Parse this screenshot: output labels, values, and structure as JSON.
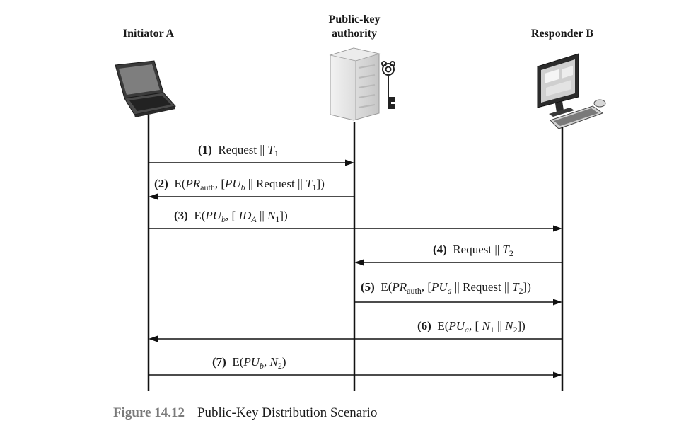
{
  "actors": {
    "initiator": "Initiator A",
    "authority": "Public-key\nauthority",
    "responder": "Responder B"
  },
  "messages": [
    {
      "step": "(1)",
      "from": "A",
      "to": "PKA",
      "parts": [
        {
          "t": "Request || "
        },
        {
          "t": "T",
          "i": true
        },
        {
          "t": "1",
          "sub": true
        }
      ]
    },
    {
      "step": "(2)",
      "from": "PKA",
      "to": "A",
      "parts": [
        {
          "t": "E("
        },
        {
          "t": "PR",
          "i": true
        },
        {
          "t": "auth",
          "sub": true
        },
        {
          "t": ", ["
        },
        {
          "t": "PU",
          "i": true
        },
        {
          "t": "b",
          "sub": true,
          "i": true
        },
        {
          "t": " || Request || "
        },
        {
          "t": "T",
          "i": true
        },
        {
          "t": "1",
          "sub": true
        },
        {
          "t": "])"
        }
      ]
    },
    {
      "step": "(3)",
      "from": "A",
      "to": "B",
      "parts": [
        {
          "t": "E("
        },
        {
          "t": "PU",
          "i": true
        },
        {
          "t": "b",
          "sub": true,
          "i": true
        },
        {
          "t": ", [ "
        },
        {
          "t": "ID",
          "i": true
        },
        {
          "t": "A",
          "sub": true,
          "i": true
        },
        {
          "t": " || "
        },
        {
          "t": "N",
          "i": true
        },
        {
          "t": "1",
          "sub": true
        },
        {
          "t": "])"
        }
      ]
    },
    {
      "step": "(4)",
      "from": "B",
      "to": "PKA",
      "parts": [
        {
          "t": "Request || "
        },
        {
          "t": "T",
          "i": true
        },
        {
          "t": "2",
          "sub": true
        }
      ]
    },
    {
      "step": "(5)",
      "from": "PKA",
      "to": "B",
      "parts": [
        {
          "t": "E("
        },
        {
          "t": "PR",
          "i": true
        },
        {
          "t": "auth",
          "sub": true
        },
        {
          "t": ", ["
        },
        {
          "t": "PU",
          "i": true
        },
        {
          "t": "a",
          "sub": true,
          "i": true
        },
        {
          "t": " || Request || "
        },
        {
          "t": "T",
          "i": true
        },
        {
          "t": "2",
          "sub": true
        },
        {
          "t": "])"
        }
      ]
    },
    {
      "step": "(6)",
      "from": "B",
      "to": "A",
      "parts": [
        {
          "t": "E("
        },
        {
          "t": "PU",
          "i": true
        },
        {
          "t": "a",
          "sub": true,
          "i": true
        },
        {
          "t": ", [ "
        },
        {
          "t": "N",
          "i": true
        },
        {
          "t": "1",
          "sub": true
        },
        {
          "t": " || "
        },
        {
          "t": "N",
          "i": true
        },
        {
          "t": "2",
          "sub": true
        },
        {
          "t": "])"
        }
      ]
    },
    {
      "step": "(7)",
      "from": "A",
      "to": "B",
      "parts": [
        {
          "t": "E("
        },
        {
          "t": "PU",
          "i": true
        },
        {
          "t": "b",
          "sub": true,
          "i": true
        },
        {
          "t": ", "
        },
        {
          "t": "N",
          "i": true
        },
        {
          "t": "2",
          "sub": true
        },
        {
          "t": ")"
        }
      ]
    }
  ],
  "caption": {
    "figure": "Figure 14.12",
    "title": "Public-Key Distribution Scenario"
  },
  "icons": [
    "laptop-icon",
    "server-icon",
    "key-icon",
    "desktop-computer-icon"
  ]
}
